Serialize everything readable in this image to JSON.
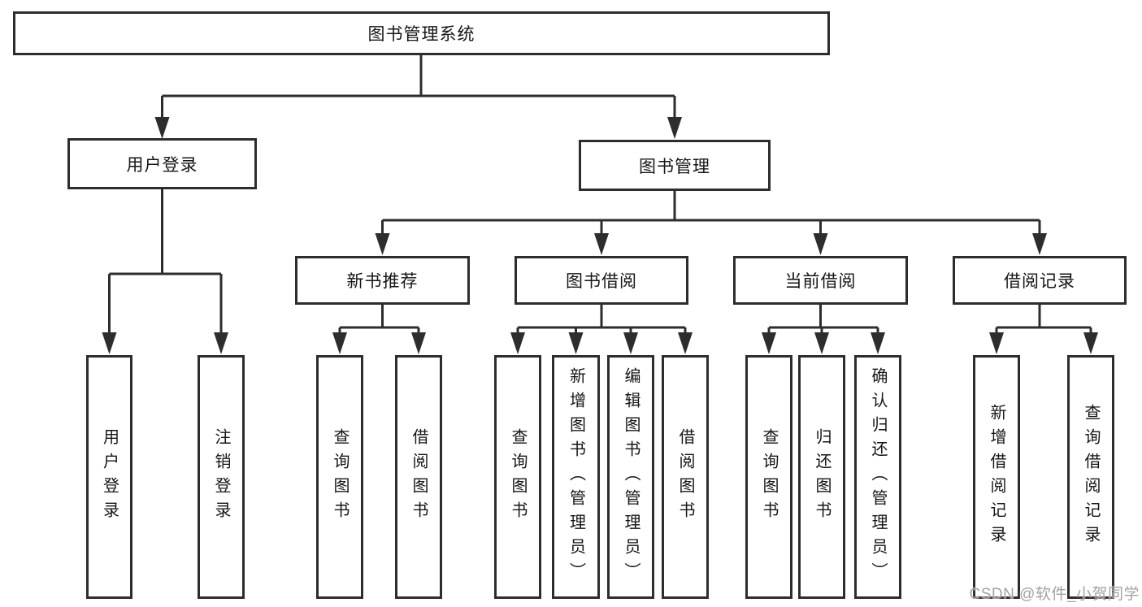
{
  "diagram": {
    "nodes": {
      "root": {
        "label": "图书管理系统",
        "children": [
          "user_login",
          "book_mgmt"
        ]
      },
      "user_login": {
        "label": "用户登录",
        "children": [
          "ul_login",
          "ul_logout"
        ]
      },
      "book_mgmt": {
        "label": "图书管理",
        "children": [
          "new_rec",
          "book_borrow",
          "current_borrow",
          "borrow_records"
        ]
      },
      "new_rec": {
        "label": "新书推荐",
        "children": [
          "nr_query",
          "nr_borrow"
        ]
      },
      "book_borrow": {
        "label": "图书借阅",
        "children": [
          "bb_query",
          "bb_add",
          "bb_edit",
          "bb_borrow"
        ]
      },
      "current_borrow": {
        "label": "当前借阅",
        "children": [
          "cb_query",
          "cb_return",
          "cb_confirm"
        ]
      },
      "borrow_records": {
        "label": "借阅记录",
        "children": [
          "br_add",
          "br_query"
        ]
      },
      "ul_login": {
        "label": "用户登录",
        "children": []
      },
      "ul_logout": {
        "label": "注销登录",
        "children": []
      },
      "nr_query": {
        "label": "查询图书",
        "children": []
      },
      "nr_borrow": {
        "label": "借阅图书",
        "children": []
      },
      "bb_query": {
        "label": "查询图书",
        "children": []
      },
      "bb_add": {
        "label": "新增图书（管理员）",
        "children": []
      },
      "bb_edit": {
        "label": "编辑图书（管理员）",
        "children": []
      },
      "bb_borrow": {
        "label": "借阅图书",
        "children": []
      },
      "cb_query": {
        "label": "查询图书",
        "children": []
      },
      "cb_return": {
        "label": "归还图书",
        "children": []
      },
      "cb_confirm": {
        "label": "确认归还（管理员）",
        "children": []
      },
      "br_add": {
        "label": "新增借阅记录",
        "children": []
      },
      "br_query": {
        "label": "查询借阅记录",
        "children": []
      }
    },
    "colors": {
      "line": "#2d2d2d",
      "text": "#151515",
      "watermark_text": "#a2a2a2"
    }
  },
  "watermark": "CSDN @软件_小贺同学"
}
